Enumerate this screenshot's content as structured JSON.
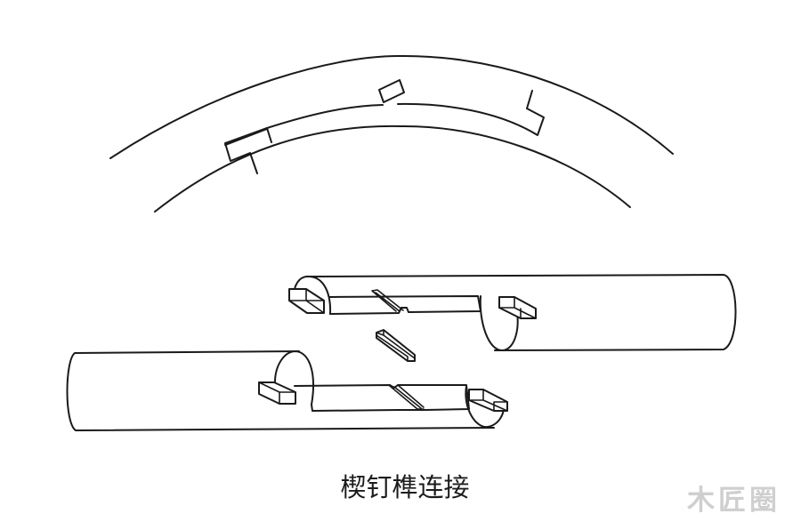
{
  "diagram": {
    "title": "楔钉榫连接",
    "title_translation": "Wedge-pin mortise joint",
    "watermark": "木匠圈",
    "colors": {
      "background": "#ffffff",
      "line": "#1a1a1a",
      "watermark": "#cfcfcf"
    },
    "views": [
      {
        "id": "plan-view",
        "label": "Curved member plan view with stepped scarf joint and central wedge pin"
      },
      {
        "id": "exploded-view",
        "label": "Exploded 3D view: two half-lapped cylindrical members and a separate wedge pin",
        "parts": [
          "right-member",
          "left-member",
          "wedge-pin"
        ]
      }
    ]
  }
}
